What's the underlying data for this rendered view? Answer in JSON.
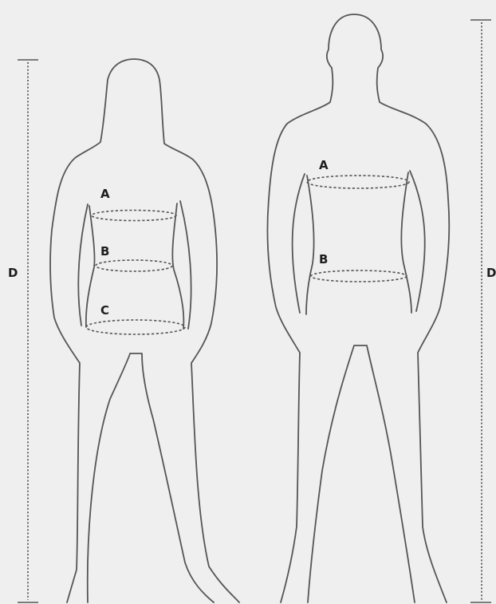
{
  "figure": {
    "female": {
      "labels": {
        "a": "A",
        "b": "B",
        "c": "C"
      },
      "height_label": "D"
    },
    "male": {
      "labels": {
        "a": "A",
        "b": "B"
      },
      "height_label": "D"
    }
  }
}
